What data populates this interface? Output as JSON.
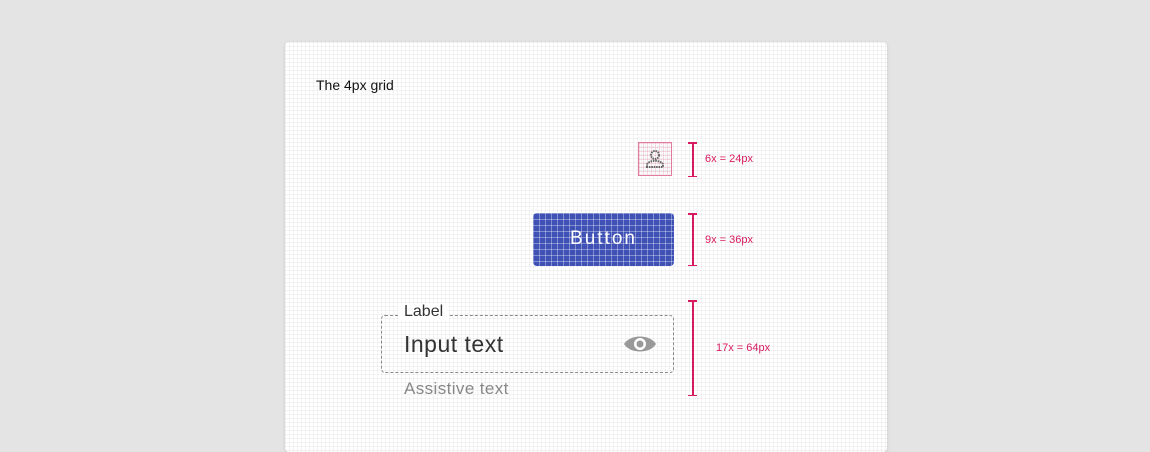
{
  "title": "The 4px grid",
  "examples": {
    "icon": {
      "icon_name": "account-icon",
      "measure_label": "6x = 24px"
    },
    "button": {
      "label": "Button",
      "measure_label": "9x = 36px",
      "color": "#3f51b5"
    },
    "text_field": {
      "label": "Label",
      "value": "Input text",
      "assistive_text": "Assistive text",
      "trailing_icon": "eye-icon",
      "measure_label": "17x = 64px"
    }
  },
  "accent_color": "#d81b60"
}
